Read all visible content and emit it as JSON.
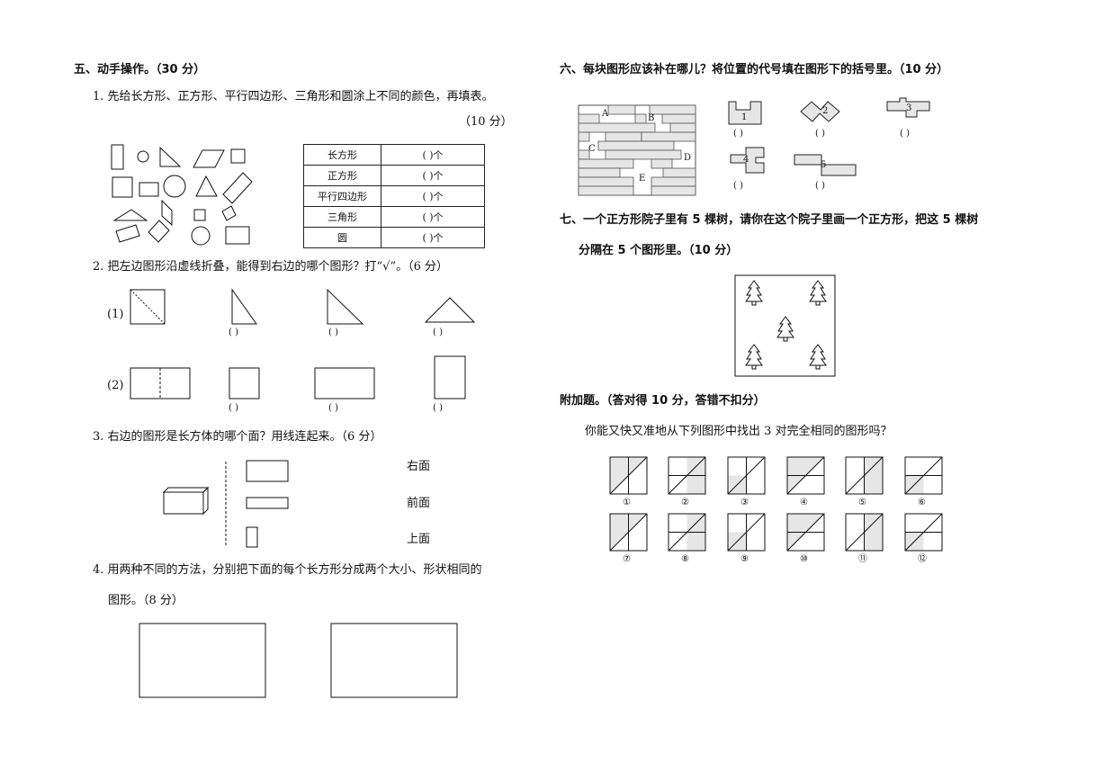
{
  "section5": {
    "heading": "五、动手操作。（30 分）",
    "q1": {
      "text": "1. 先给长方形、正方形、平行四边形、三角形和圆涂上不同的颜色，再填表。",
      "score": "（10 分）",
      "table": [
        {
          "shape": "长方形",
          "blank": "(        )个"
        },
        {
          "shape": "正方形",
          "blank": "(        )个"
        },
        {
          "shape": "平行四边形",
          "blank": "(        )个"
        },
        {
          "shape": "三角形",
          "blank": "(        )个"
        },
        {
          "shape": "圆",
          "blank": "(        )个"
        }
      ]
    },
    "q2": {
      "text": "2. 把左边图形沿虚线折叠，能得到右边的哪个图形？打“√”。（6 分）",
      "label1": "(1)",
      "label2": "(2)",
      "paren": "(        )"
    },
    "q3": {
      "text": "3. 右边的图形是长方体的哪个面？用线连起来。（6 分）",
      "faces": [
        "右面",
        "前面",
        "上面"
      ]
    },
    "q4": {
      "text": "4. 用两种不同的方法，分别把下面的每个长方形分成两个大小、形状相同的",
      "text2": "图形。（8 分）"
    }
  },
  "section6": {
    "heading": "六、每块图形应该补在哪儿？将位置的代号填在图形下的括号里。（10 分）",
    "wall_labels": [
      "A",
      "B",
      "C",
      "D",
      "E"
    ],
    "pieces": [
      "1",
      "2",
      "3",
      "4",
      "5"
    ],
    "paren": "(     )"
  },
  "section7": {
    "heading": "七、一个正方形院子里有 5 棵树，请你在这个院子里画一个正方形，把这 5 棵树",
    "heading2": "分隔在 5 个图形里。（10 分）"
  },
  "bonus": {
    "heading": "附加题。（答对得 10 分，答错不扣分）",
    "question": "你能又快又准地从下列图形中找出 3 对完全相同的图形吗？",
    "labels": [
      "①",
      "②",
      "③",
      "④",
      "⑤",
      "⑥",
      "⑦",
      "⑧",
      "⑨",
      "⑩",
      "⑪",
      "⑫"
    ]
  },
  "colors": {
    "fill": "#e6e6e6",
    "ink": "#111111"
  }
}
